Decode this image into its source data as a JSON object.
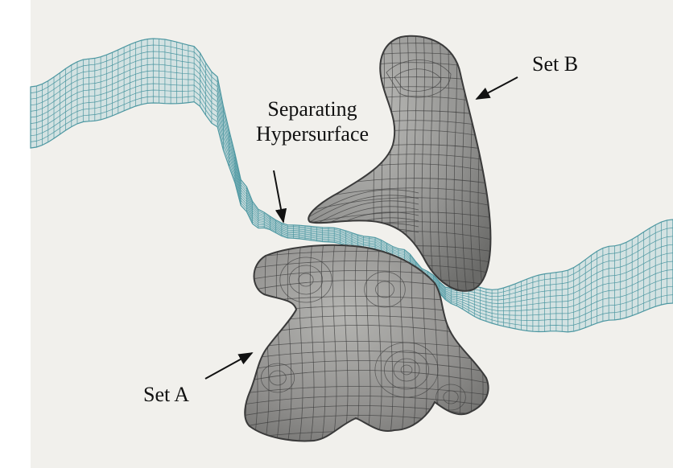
{
  "labels": {
    "separating_line1": "Separating",
    "separating_line2": "Hypersurface",
    "set_b": "Set B",
    "set_a": "Set A"
  },
  "colors": {
    "background": "#f1f0ec",
    "mesh_fill": "#b9d7da",
    "mesh_line": "#4d97a1",
    "set_fill": "#8f8f8d",
    "set_edge": "#3a3a3a",
    "set_grid": "#3e3e3e",
    "arrow": "#111111"
  }
}
